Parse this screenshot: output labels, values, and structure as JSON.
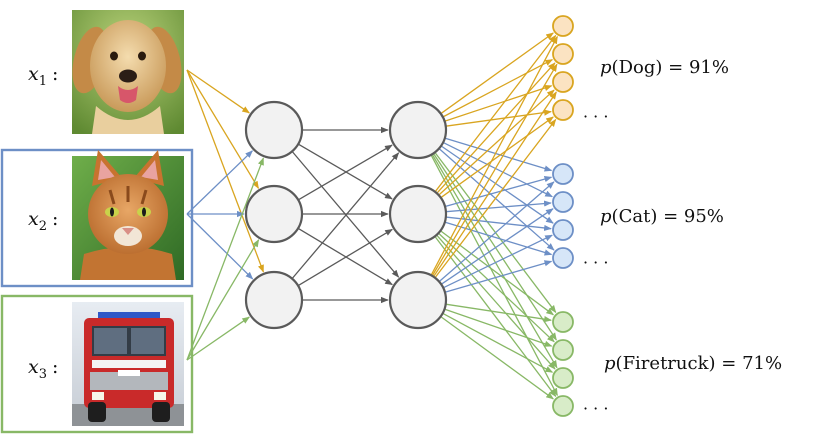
{
  "colors": {
    "dog": "#d9a520",
    "cat": "#6d8fc6",
    "truck": "#88b866",
    "dog_fill": "#fbe3c2",
    "cat_fill": "#d6e6f8",
    "truck_fill": "#d8ecc8",
    "hidden": "#5a5a5a"
  },
  "inputs": [
    {
      "var": "x",
      "sub": "1",
      "colon": ":",
      "image": "golden-retriever-photo",
      "color_key": "dog"
    },
    {
      "var": "x",
      "sub": "2",
      "colon": ":",
      "image": "orange-tabby-cat-photo",
      "color_key": "cat"
    },
    {
      "var": "x",
      "sub": "3",
      "colon": ":",
      "image": "red-firetruck-photo",
      "color_key": "truck"
    }
  ],
  "outputs": [
    {
      "func": "p",
      "class_name": "Dog",
      "equals": "=",
      "value": "91%",
      "ellipsis": "· · ·",
      "color_key": "dog"
    },
    {
      "func": "p",
      "class_name": "Cat",
      "equals": "=",
      "value": "95%",
      "ellipsis": "· · ·",
      "color_key": "cat"
    },
    {
      "func": "p",
      "class_name": "Firetruck",
      "equals": "=",
      "value": "71%",
      "ellipsis": "· · ·",
      "color_key": "truck"
    }
  ]
}
